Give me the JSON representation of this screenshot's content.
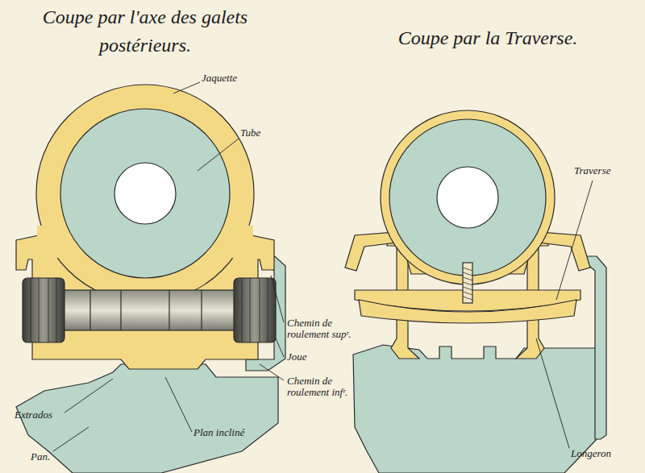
{
  "diagram": {
    "labels": [
      "Coupe par l'axe des galets postérieurs.",
      "Coupe par la Traverse.",
      "Jaquette",
      "Tube",
      "Chemin de roulement supʳ.",
      "Joue",
      "Chemin de roulement infʳ.",
      "Extrados",
      "Plan incliné",
      "Pan.",
      "Traverse",
      "Longeron"
    ]
  }
}
